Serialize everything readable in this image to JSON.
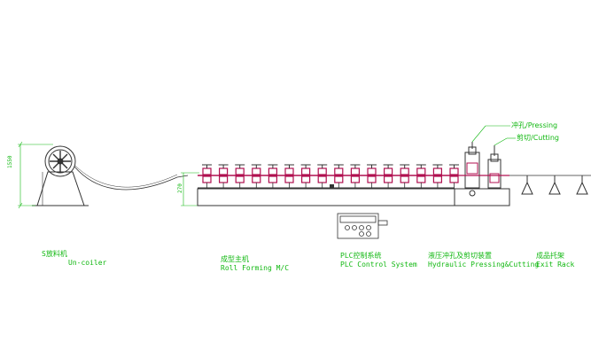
{
  "dimensions": {
    "coiler_height": "1550",
    "mill_height": "270"
  },
  "callouts": {
    "pressing": "冲孔/Pressing",
    "cutting": "剪切/Cutting"
  },
  "labels": [
    {
      "cn": "S放料机",
      "en": "Un-coiler"
    },
    {
      "cn": "成型主机",
      "en": "Roll Forming M/C"
    },
    {
      "cn": "PLC控制系统",
      "en": "PLC Control System"
    },
    {
      "cn": "液压冲孔及剪切装置",
      "en": "Hydraulic Pressing&Cutting"
    },
    {
      "cn": "成品托架",
      "en": "Exit Rack"
    }
  ],
  "colors": {
    "machine": "#333333",
    "strip": "#b01050",
    "dimension": "#12b812",
    "label": "#12b812"
  }
}
